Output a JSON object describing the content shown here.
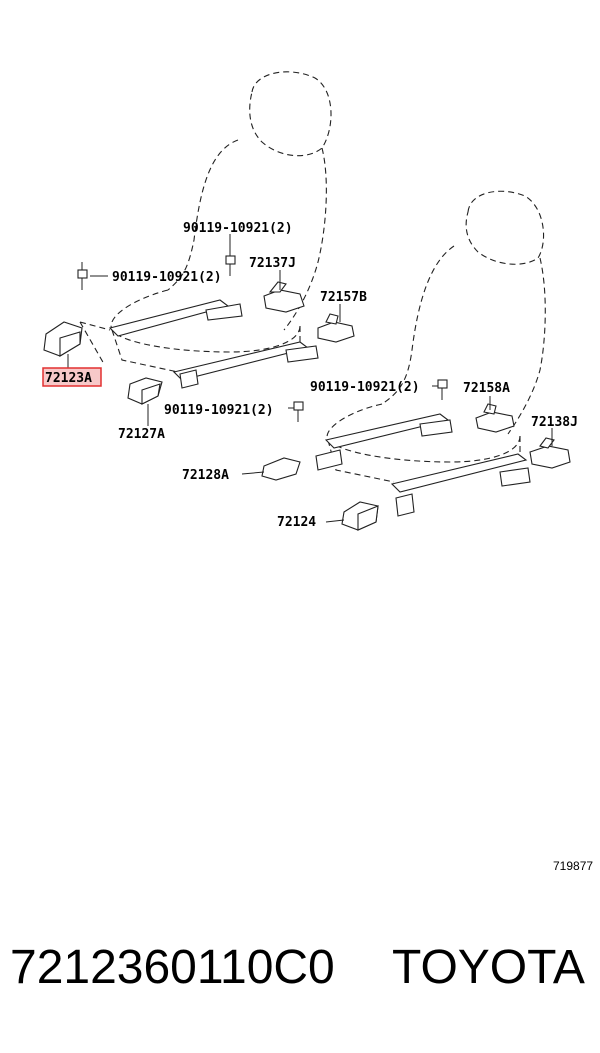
{
  "labels": {
    "bolt_top": "90119-10921(2)",
    "bolt_left": "90119-10921(2)",
    "bolt_mid": "90119-10921(2)",
    "bolt_right": "90119-10921(2)",
    "p72137J": "72137J",
    "p72157B": "72157B",
    "p72123A": "72123A",
    "p72127A": "72127A",
    "p72158A": "72158A",
    "p72138J": "72138J",
    "p72128A": "72128A",
    "p72124": "72124"
  },
  "highlight": {
    "part": "72123A",
    "color": "#e23030"
  },
  "illustration_ref": "719877",
  "footer": {
    "part_number": "7212360110C0",
    "brand": "TOYOTA"
  }
}
